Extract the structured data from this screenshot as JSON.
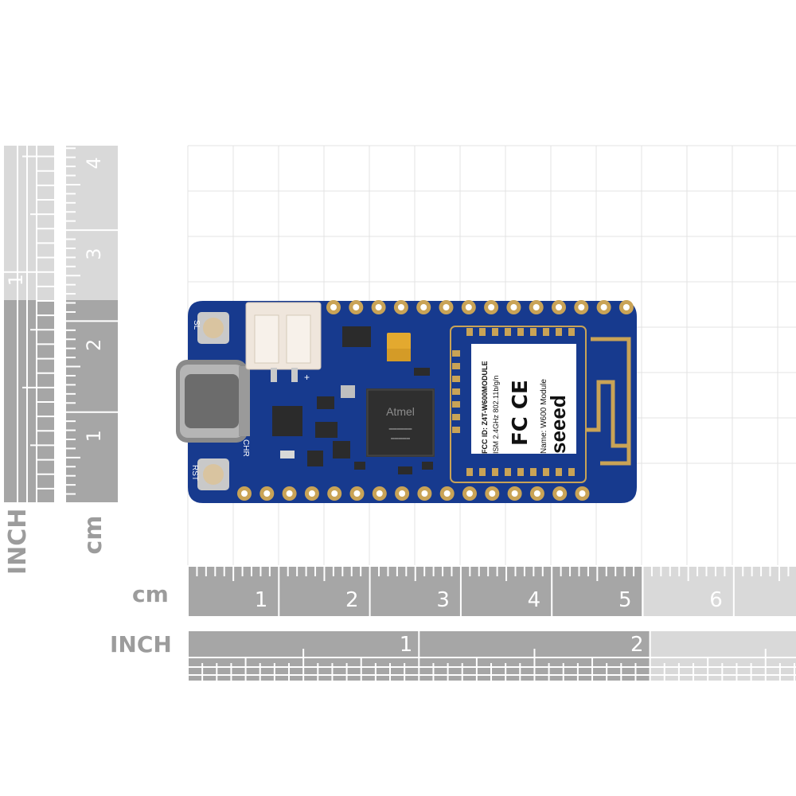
{
  "scale": {
    "vertical_unit_inch": "INCH",
    "vertical_unit_cm": "cm",
    "horizontal_unit_cm": "cm",
    "horizontal_unit_inch": "INCH",
    "cm_ticks_h": [
      "1",
      "2",
      "3",
      "4",
      "5",
      "6"
    ],
    "inch_ticks_h": [
      "1",
      "2"
    ],
    "cm_ticks_v": [
      "1",
      "2",
      "3",
      "4"
    ],
    "inch_ticks_v": [
      "1"
    ]
  },
  "board": {
    "module_brand": "seeed",
    "module_name": "Name: W600 Module",
    "module_band": "ISM 2.4GHz  802.11b/g/n",
    "module_fccid": "FCC ID: Z4T-W600MODULE",
    "mcu_brand": "Atmel",
    "label_sl": "SL",
    "label_rst": "RST",
    "label_chr": "CHR",
    "label_plus": "+"
  },
  "colors": {
    "pcb": "#173a8e",
    "ruler_dark": "#a6a6a6",
    "ruler_light": "#d9d9d9",
    "grid": "#e2e2e2",
    "gold": "#c9a356"
  }
}
